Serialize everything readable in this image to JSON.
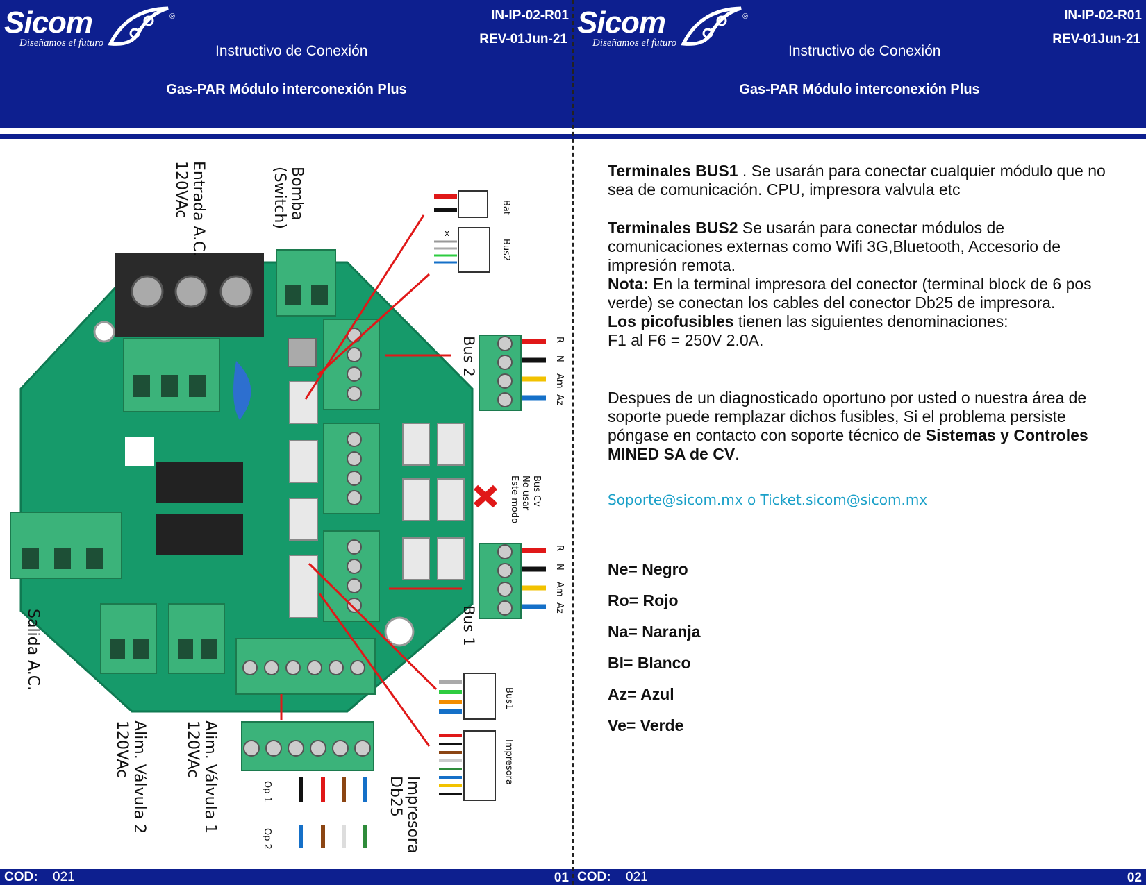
{
  "header": {
    "logo_text": "Sicom",
    "logo_tagline": "Diseñamos el futuro",
    "registered_mark": "®",
    "doc_code": "IN-IP-02-R01",
    "revision": "REV-01Jun-21",
    "title": "Instructivo  de Conexión",
    "subtitle": "Gas-PAR Módulo  interconexión  Plus"
  },
  "footer": {
    "cod_label": "COD:",
    "cod_value": "021",
    "page1": "01",
    "page2": "02"
  },
  "diagram": {
    "labels": {
      "entrada": "Entrada A.C.",
      "entrada_volt": "120VAc",
      "bomba": "Bomba",
      "bomba_switch": "(Switch)",
      "bat": "Bat",
      "bus2_conn": "Bus2",
      "bus2": "Bus 2",
      "bus1": "Bus 1",
      "bus1_conn": "Bus1",
      "impresora_conn": "Impresora",
      "bus_cv_1": "Bus Cv",
      "bus_cv_2": "No usar",
      "bus_cv_3": "Este modo",
      "salida": "Salida A.C.",
      "valv1": "Alim. Válvula 1",
      "valv1_volt": "120VAc",
      "valv2": "Alim. Válvula 2",
      "valv2_volt": "120VAc",
      "impresora_db25_1": "Impresora",
      "impresora_db25_2": "Db25",
      "op1": "Op 1",
      "op2": "Op 2",
      "wire_r": "R",
      "wire_n": "N",
      "wire_am": "Am",
      "wire_az": "Az"
    },
    "colors": {
      "pcb": "#169a6a",
      "terminal": "#3bb37a",
      "wire_red": "#e01818",
      "wire_black": "#111111",
      "wire_yellow": "#f2c200",
      "wire_blue": "#1570c8"
    }
  },
  "page2": {
    "p1_bold": "Terminales BUS1",
    "p1_text": " . Se usarán para conectar cualquier módulo que no sea de comunicación.  CPU, impresora  valvula  etc",
    "p2_bold": "Terminales BUS2",
    "p2_text": " Se usarán  para conectar módulos de comunicaciones externas como Wifi 3G,Bluetooth, Accesorio de  impresión remota.",
    "nota_bold": "Nota:",
    "nota_text": " En la terminal impresora del conector (terminal block de 6 pos  verde) se conectan los cables del conector Db25 de impresora.",
    "pico_bold": "Los picofusibles",
    "pico_text": " tienen las siguientes denominaciones:",
    "pico_line2": "F1 al F6 = 250V  2.0A.",
    "diag_text": "Despues de un diagnosticado oportuno por usted o nuestra área de soporte puede remplazar dichos fusibles, Si el problema persiste póngase en contacto con soporte técnico de ",
    "diag_bold": "Sistemas y Controles MINED SA de CV",
    "diag_end": ".",
    "link": "Soporte@sicom.mx o Ticket.sicom@sicom.mx",
    "legend": [
      "Ne= Negro",
      "Ro= Rojo",
      "Na= Naranja",
      "Bl=  Blanco",
      "Az= Azul",
      "Ve= Verde"
    ]
  }
}
